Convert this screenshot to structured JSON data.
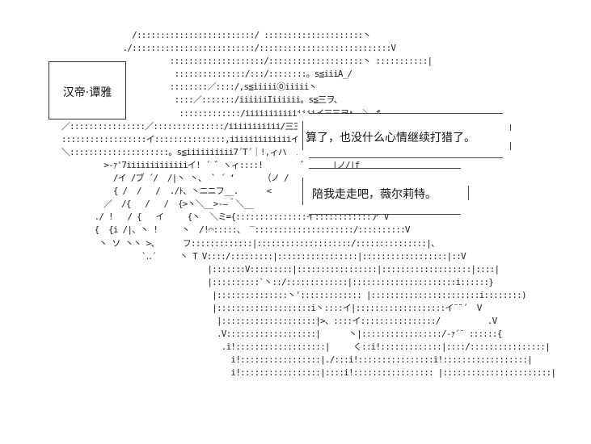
{
  "name_plate": {
    "label": "汉帝·谭雅"
  },
  "speech_bubbles": [
    {
      "text": "算了，也没什么心情继续打猎了。"
    },
    {
      "text": "陪我走走吧，薇尔莉特。"
    }
  ],
  "art": {
    "lines": [
      "                /:::::::::::::::::::::::::/ :::::::::::::::::::::丶",
      "              ./::::::::::::::::::::::::::/::::::::::::::::::::::::::::V",
      "                        ::::::::::::::::::::/::::::::::::::::::::丶 :::::::::::|",
      "                         :::::::::::::::/:::/::::::::。s≦iiiA_/",
      "                        ::::::::／::::/,s≦iiiii⓪iiiii丶",
      "                         ::::／:::::::/iiiiiiIiiiiii。s≦三ヲ、",
      "                          :::::::::::::/iiiiiiiiiiiiiiiイ三三ヲ∧  ＼ f",
      " ／::::::::::::::::／:::::::::::::::/iiiiiiiiiii/三三ヲ   イ丶 ＼ |",
      " ::::::::::::::::::イ:::::::::::::::,iiiiiiiiiiiiiイ三ニヲﾄﾘ｝  V ヾ乂",
      " ＼:::::::::::::::::::::。s≦iiiiiiiiii7´T´｜!,ィハ  ノ      ｜丶｝｝",
      "          >‐ｧ'7iiiiiiiiiiiiiイ! ´ ゛ヽィ::::!        ゛     |ノ/|f",
      "            /イ /ブ ´/  /|丶 丶、 ` ´ ‘      （ノ /   / |",
      "            { /  /   /  ./ﾄ、丶ニニフ__.      <     ",
      "          ／  /{   /   /  {>丶＼__>‐―＾＼__",
      "        ./ !   / {   イ     {丶  ＼ミ={:::::::::::::::イ::::::::::::ア¨V",
      "        {  {i /|、丶 !     丶  /!⌒:::::、 ‾:::::::::::::::::::::/::::::::::V",
      "         丶 ソ 丶丶 >、     フ:::::::::::::|::::::::::::::::::::/:::::::::::::::|、",
      "                  `‥´     丶 T V::::/:::::::::|:::::::::::::::::|::::::::::::::::::|::V",
      "                                |:::::::V:::::::::|:::::::::::::::::|:::::::::::::::::::|::::|",
      "                                |::::::::::`丶::/:::::::::::::|::::::::::::::::::::::i::::::}",
      "                                 |:::::::::::::::丶'::::::::::::: |:::::::::::::::::::::::i::::::::)",
      "                                 |::::::::::::::::::::i丶::::イ|:::::::::::::::::::イ¨¨´  V",
      "                                  |::::::::::::::::::::|>、::::イ::::::::::::::::/          .V",
      "                                  .V:::::::::::::::::::|      丶|:::::::::::::::::/‐ｧ´¨ ::::::{",
      "                                   .i!:::::::::::::::::::|     く::i!:::::::::::::|::::/::::::::::::::::|",
      "                                     i!:::::::::::::::::|./:::i!::::::::::::::::i!::::::::::::::::::|",
      "                                     i!:::::::::::::::::|::::i!::::::::::::::::: |:::::::::::::::::::::::|"
    ]
  }
}
